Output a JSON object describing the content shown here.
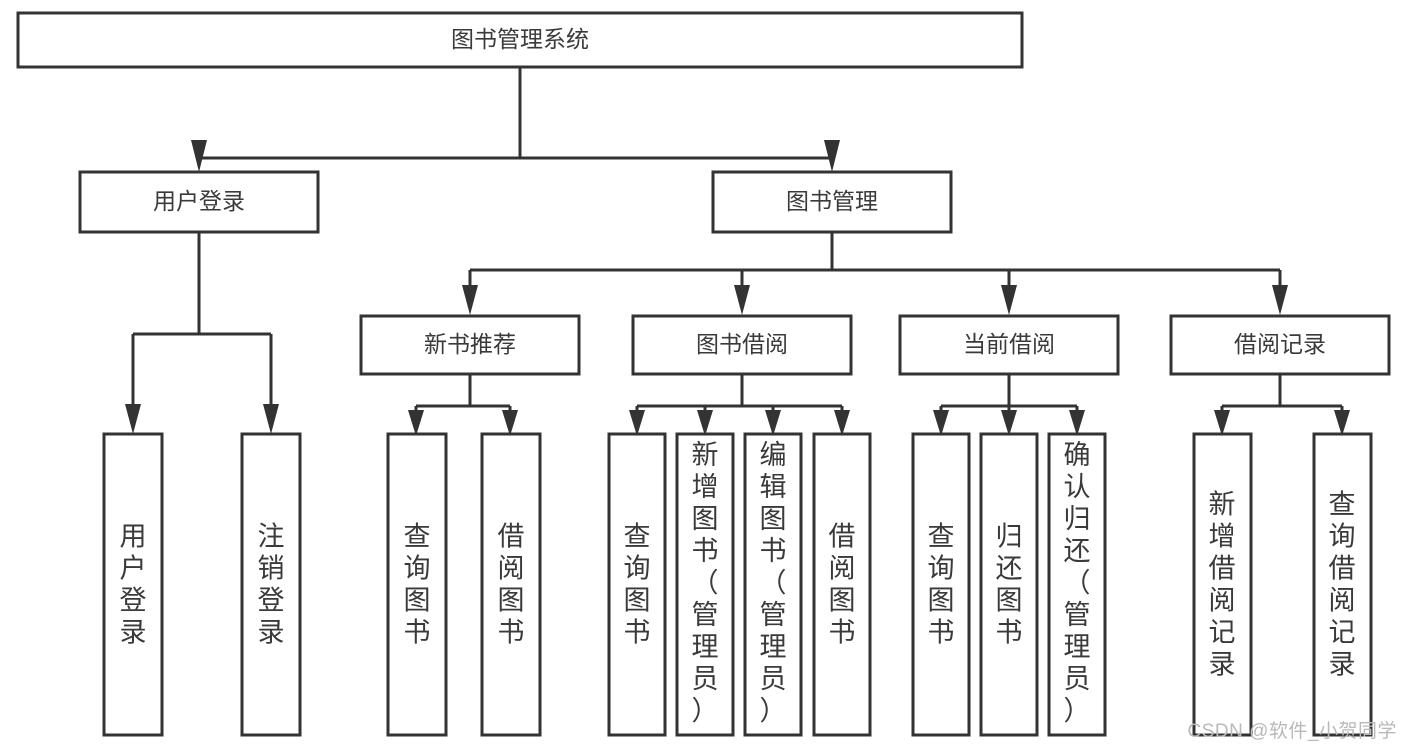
{
  "diagram": {
    "type": "tree",
    "title": "图书管理系统",
    "watermark": "CSDN @软件_小贺同学",
    "colors": {
      "stroke": "#333333",
      "fill": "#ffffff",
      "text": "#3a3a3a",
      "watermark": "#b9b9b9",
      "background": "#ffffff"
    },
    "root": {
      "label": "图书管理系统"
    },
    "level2": [
      {
        "label": "用户登录"
      },
      {
        "label": "图书管理"
      }
    ],
    "level3": [
      {
        "label": "新书推荐"
      },
      {
        "label": "图书借阅"
      },
      {
        "label": "当前借阅"
      },
      {
        "label": "借阅记录"
      }
    ],
    "leaves": {
      "user_login": [
        {
          "label": "用户登录"
        },
        {
          "label": "注销登录"
        }
      ],
      "new_book_recommend": [
        {
          "label": "查询图书"
        },
        {
          "label": "借阅图书"
        }
      ],
      "book_borrow": [
        {
          "label": "查询图书"
        },
        {
          "label": "新增图书（管理员）"
        },
        {
          "label": "编辑图书（管理员）"
        },
        {
          "label": "借阅图书"
        }
      ],
      "current_borrow": [
        {
          "label": "查询图书"
        },
        {
          "label": "归还图书"
        },
        {
          "label": "确认归还（管理员）"
        }
      ],
      "borrow_record": [
        {
          "label": "新增借阅记录"
        },
        {
          "label": "查询借阅记录"
        }
      ]
    }
  }
}
